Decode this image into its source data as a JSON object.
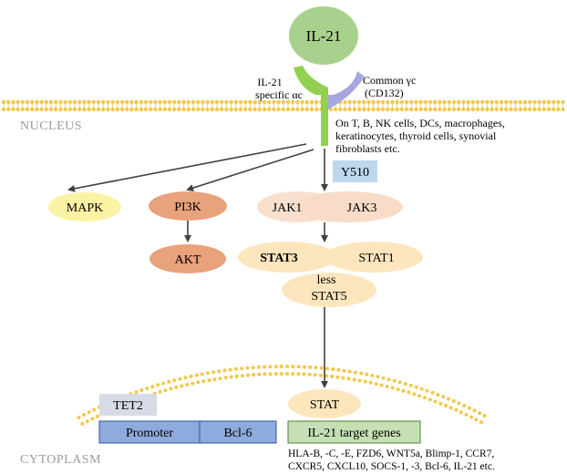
{
  "ligand": "IL-21",
  "receptor": {
    "alpha_line1": "IL-21",
    "alpha_line2": "specific αc",
    "gamma_line1": "Common γc",
    "gamma_line2": "(CD132)"
  },
  "regions": {
    "top": "NUCLEUS",
    "bottom": "CYTOPLASM"
  },
  "cell_note": [
    "On T, B, NK cells, DCs, macrophages,",
    "keratinocytes, thyroid cells, synovial",
    "fibroblasts etc."
  ],
  "site": "Y510",
  "nodes": {
    "mapk": "MAPK",
    "pi3k": "PI3K",
    "akt": "AKT",
    "jak1": "JAK1",
    "jak3": "JAK3",
    "stat3": "STAT3",
    "stat1": "STAT1",
    "stat5_line1": "less",
    "stat5_line2": "STAT5",
    "stat": "STAT",
    "tet2": "TET2",
    "promoter": "Promoter",
    "bcl6": "Bcl-6",
    "target": "IL-21 target genes"
  },
  "target_genes": [
    "HLA-B, -C, -E, FZD6, WNT5a, Blimp-1, CCR7,",
    "CXCR5, CXCL10, SOCS-1, -3, Bcl-6, IL-21 etc."
  ],
  "colors": {
    "membrane": "#f3c84b",
    "ligand": "#a9d18e",
    "alpha_chain": "#92d050",
    "gamma_chain": "#a6a6e0",
    "y510": "#bdd7ee",
    "mapk": "#fbf3a4",
    "pi3k": "#e8a27c",
    "jak": "#f8dcc8",
    "stat": "#fde6bd",
    "tet2": "#d6dce5",
    "promoter": "#8faadc",
    "target": "#c5e0b4"
  }
}
